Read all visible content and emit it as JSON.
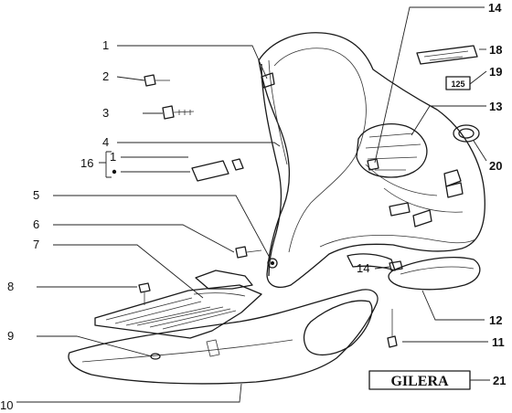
{
  "callouts": [
    {
      "id": "1",
      "label": "1"
    },
    {
      "id": "2",
      "label": "2"
    },
    {
      "id": "3",
      "label": "3"
    },
    {
      "id": "4",
      "label": "4"
    },
    {
      "id": "5",
      "label": "5"
    },
    {
      "id": "6",
      "label": "6"
    },
    {
      "id": "7",
      "label": "7"
    },
    {
      "id": "8",
      "label": "8"
    },
    {
      "id": "9",
      "label": "9"
    },
    {
      "id": "10",
      "label": "10"
    },
    {
      "id": "11",
      "label": "11"
    },
    {
      "id": "12",
      "label": "12"
    },
    {
      "id": "13",
      "label": "13"
    },
    {
      "id": "14a",
      "label": "14"
    },
    {
      "id": "14b",
      "label": "14"
    },
    {
      "id": "16",
      "label": "16"
    },
    {
      "id": "16-sub",
      "label": "1"
    },
    {
      "id": "18",
      "label": "18"
    },
    {
      "id": "19",
      "label": "19"
    },
    {
      "id": "20",
      "label": "20"
    },
    {
      "id": "21",
      "label": "21"
    }
  ],
  "decals": {
    "badge_125": "125",
    "gilera_logo": "GILERA"
  },
  "colors": {
    "line": "#1a1a1a",
    "shade": "#888888",
    "background": "#ffffff"
  }
}
